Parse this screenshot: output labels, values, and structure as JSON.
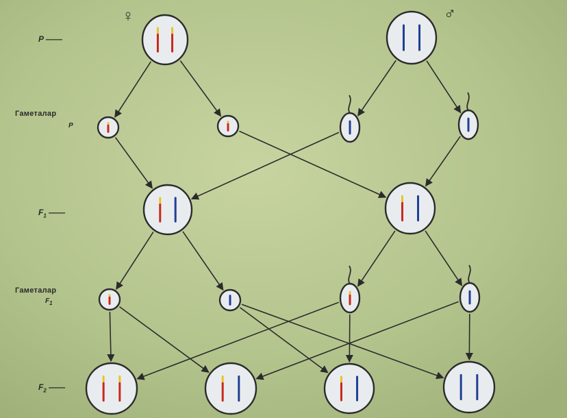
{
  "labels": {
    "p": "P",
    "gametes_p_title": "Гаметалар",
    "gametes_p_sub": "P",
    "f1": "F",
    "f1_sub": "1",
    "gametes_f1_title": "Гаметалар",
    "gametes_f1_sub": "F",
    "gametes_f1_sub_index": "1",
    "f2": "F",
    "f2_sub": "2"
  },
  "symbols": {
    "female": "♀",
    "male": "♂"
  },
  "colors": {
    "background": "#b7c690",
    "cell_fill": "#e9ecef",
    "cell_stroke": "#2b2b2b",
    "red": "#c8281c",
    "blue": "#1f3e94",
    "yellow": "#e6c42c",
    "arrow": "#2b2b2b"
  },
  "cells": [
    {
      "name": "parent-female-cell",
      "kind": "zygote",
      "chromosomes": [
        "yellow-red",
        "yellow-red"
      ]
    },
    {
      "name": "parent-male-cell",
      "kind": "zygote",
      "chromosomes": [
        "blue",
        "blue"
      ]
    },
    {
      "name": "gamete-p-egg-1",
      "kind": "egg",
      "chromosomes": [
        "yellow-red"
      ]
    },
    {
      "name": "gamete-p-egg-2",
      "kind": "egg",
      "chromosomes": [
        "yellow-red"
      ]
    },
    {
      "name": "gamete-p-sperm-1",
      "kind": "sperm",
      "chromosomes": [
        "blue"
      ]
    },
    {
      "name": "gamete-p-sperm-2",
      "kind": "sperm",
      "chromosomes": [
        "blue"
      ]
    },
    {
      "name": "f1-cell-1",
      "kind": "zygote",
      "chromosomes": [
        "yellow-red",
        "blue"
      ]
    },
    {
      "name": "f1-cell-2",
      "kind": "zygote",
      "chromosomes": [
        "yellow-red",
        "blue"
      ]
    },
    {
      "name": "gamete-f1-egg-red",
      "kind": "egg",
      "chromosomes": [
        "yellow-red"
      ]
    },
    {
      "name": "gamete-f1-egg-blue",
      "kind": "egg",
      "chromosomes": [
        "blue"
      ]
    },
    {
      "name": "gamete-f1-sperm-red",
      "kind": "sperm",
      "chromosomes": [
        "yellow-red"
      ]
    },
    {
      "name": "gamete-f1-sperm-blue",
      "kind": "sperm",
      "chromosomes": [
        "blue"
      ]
    },
    {
      "name": "f2-cell-1",
      "kind": "zygote",
      "chromosomes": [
        "yellow-red",
        "yellow-red"
      ]
    },
    {
      "name": "f2-cell-2",
      "kind": "zygote",
      "chromosomes": [
        "yellow-red",
        "blue"
      ]
    },
    {
      "name": "f2-cell-3",
      "kind": "zygote",
      "chromosomes": [
        "yellow-red",
        "blue"
      ]
    },
    {
      "name": "f2-cell-4",
      "kind": "zygote",
      "chromosomes": [
        "blue",
        "blue"
      ]
    }
  ],
  "arrows": [
    {
      "from": "parent-female-cell",
      "to": "gamete-p-egg-1"
    },
    {
      "from": "parent-female-cell",
      "to": "gamete-p-egg-2"
    },
    {
      "from": "parent-male-cell",
      "to": "gamete-p-sperm-1"
    },
    {
      "from": "parent-male-cell",
      "to": "gamete-p-sperm-2"
    },
    {
      "from": "gamete-p-egg-1",
      "to": "f1-cell-1"
    },
    {
      "from": "gamete-p-sperm-1",
      "to": "f1-cell-1"
    },
    {
      "from": "gamete-p-egg-2",
      "to": "f1-cell-2"
    },
    {
      "from": "gamete-p-sperm-2",
      "to": "f1-cell-2"
    },
    {
      "from": "f1-cell-1",
      "to": "gamete-f1-egg-red"
    },
    {
      "from": "f1-cell-1",
      "to": "gamete-f1-egg-blue"
    },
    {
      "from": "f1-cell-2",
      "to": "gamete-f1-sperm-red"
    },
    {
      "from": "f1-cell-2",
      "to": "gamete-f1-sperm-blue"
    },
    {
      "from": "gamete-f1-egg-red",
      "to": "f2-cell-1"
    },
    {
      "from": "gamete-f1-egg-red",
      "to": "f2-cell-2"
    },
    {
      "from": "gamete-f1-egg-blue",
      "to": "f2-cell-3"
    },
    {
      "from": "gamete-f1-egg-blue",
      "to": "f2-cell-4"
    },
    {
      "from": "gamete-f1-sperm-red",
      "to": "f2-cell-1"
    },
    {
      "from": "gamete-f1-sperm-red",
      "to": "f2-cell-3"
    },
    {
      "from": "gamete-f1-sperm-blue",
      "to": "f2-cell-2"
    },
    {
      "from": "gamete-f1-sperm-blue",
      "to": "f2-cell-4"
    }
  ]
}
